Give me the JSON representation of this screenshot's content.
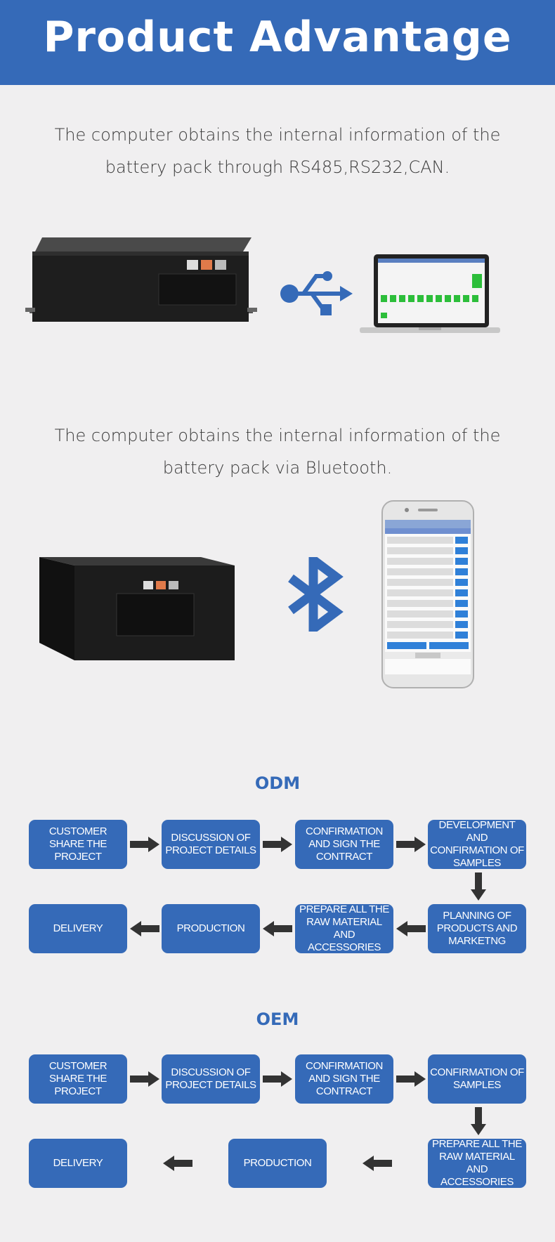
{
  "header": {
    "title": "Product Advantage"
  },
  "section1": {
    "line1": "The computer obtains the internal information of the",
    "line2": "battery pack through RS485,RS232,CAN."
  },
  "section2": {
    "line1": "The computer obtains the internal information of the",
    "line2": "battery pack via Bluetooth."
  },
  "odm": {
    "title": "ODM",
    "steps": [
      "CUSTOMER SHARE THE PROJECT",
      "DISCUSSION OF PROJECT DETAILS",
      "CONFIRMATION AND SIGN THE CONTRACT",
      "DEVELOPMENT AND CONFIRMATION OF SAMPLES",
      "PLANNING OF PRODUCTS AND MARKETNG",
      "PREPARE ALL THE RAW MATERIAL AND ACCESSORIES",
      "PRODUCTION",
      "DELIVERY"
    ]
  },
  "oem": {
    "title": "OEM",
    "steps": [
      "CUSTOMER SHARE THE PROJECT",
      "DISCUSSION OF PROJECT DETAILS",
      "CONFIRMATION AND SIGN THE CONTRACT",
      "CONFIRMATION OF SAMPLES",
      "PREPARE ALL THE RAW MATERIAL AND ACCESSORIES",
      "PRODUCTION",
      "DELIVERY"
    ]
  },
  "icons": {
    "usb": "usb-icon",
    "bluetooth": "bluetooth-icon",
    "arrow": "arrow-icon"
  },
  "colors": {
    "brand_blue": "#356ab8",
    "arrow_dark": "#333333",
    "background": "#f0eff0"
  }
}
